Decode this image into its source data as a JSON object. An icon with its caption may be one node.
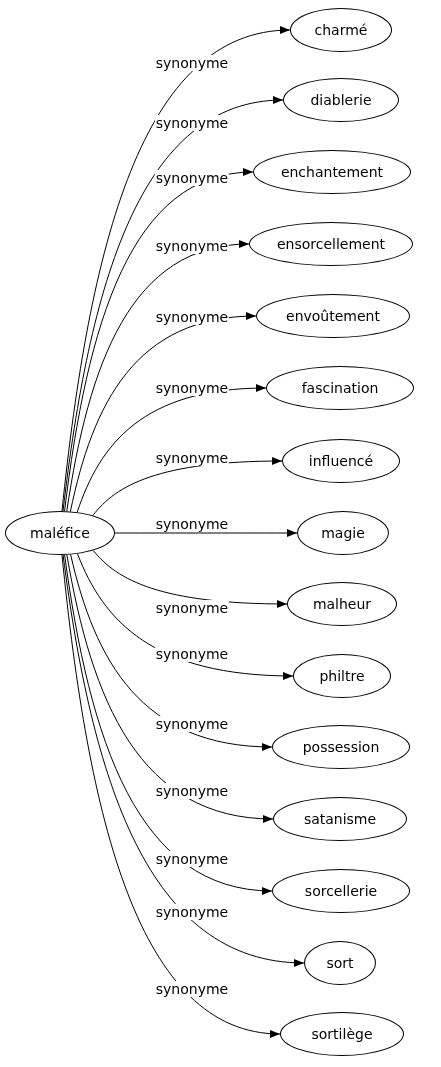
{
  "diagram": {
    "nodes": [
      {
        "text": [
          "maléfice"
        ]
      },
      {
        "text": [
          "charmé"
        ]
      },
      {
        "text": [
          "diablerie"
        ]
      },
      {
        "text": [
          "enchantement"
        ]
      },
      {
        "text": [
          "ensorcellement"
        ]
      },
      {
        "text": [
          "envoûtement"
        ]
      },
      {
        "text": [
          "fascination"
        ]
      },
      {
        "text": [
          "influencé"
        ]
      },
      {
        "text": [
          "magie"
        ]
      },
      {
        "text": [
          "malheur"
        ]
      },
      {
        "text": [
          "philtre"
        ]
      },
      {
        "text": [
          "possession"
        ]
      },
      {
        "text": [
          "satanisme"
        ]
      },
      {
        "text": [
          "sorcellerie"
        ]
      },
      {
        "text": [
          "sort"
        ]
      },
      {
        "text": [
          "sortilège"
        ]
      }
    ],
    "edges": [
      {
        "from": 0,
        "to": 1,
        "arrow": "to",
        "label": "synonyme"
      },
      {
        "from": 0,
        "to": 2,
        "arrow": "to",
        "label": "synonyme"
      },
      {
        "from": 0,
        "to": 3,
        "arrow": "to",
        "label": "synonyme"
      },
      {
        "from": 0,
        "to": 4,
        "arrow": "to",
        "label": "synonyme"
      },
      {
        "from": 0,
        "to": 5,
        "arrow": "to",
        "label": "synonyme"
      },
      {
        "from": 0,
        "to": 6,
        "arrow": "to",
        "label": "synonyme"
      },
      {
        "from": 0,
        "to": 7,
        "arrow": "to",
        "label": "synonyme"
      },
      {
        "from": 0,
        "to": 8,
        "arrow": "to",
        "label": "synonyme"
      },
      {
        "from": 0,
        "to": 9,
        "arrow": "to",
        "label": "synonyme"
      },
      {
        "from": 0,
        "to": 10,
        "arrow": "to",
        "label": "synonyme"
      },
      {
        "from": 0,
        "to": 11,
        "arrow": "to",
        "label": "synonyme"
      },
      {
        "from": 0,
        "to": 12,
        "arrow": "to",
        "label": "synonyme"
      },
      {
        "from": 0,
        "to": 13,
        "arrow": "to",
        "label": "synonyme"
      },
      {
        "from": 0,
        "to": 14,
        "arrow": "to",
        "label": "synonyme"
      },
      {
        "from": 0,
        "to": 15,
        "arrow": "to",
        "label": "synonyme"
      }
    ]
  }
}
